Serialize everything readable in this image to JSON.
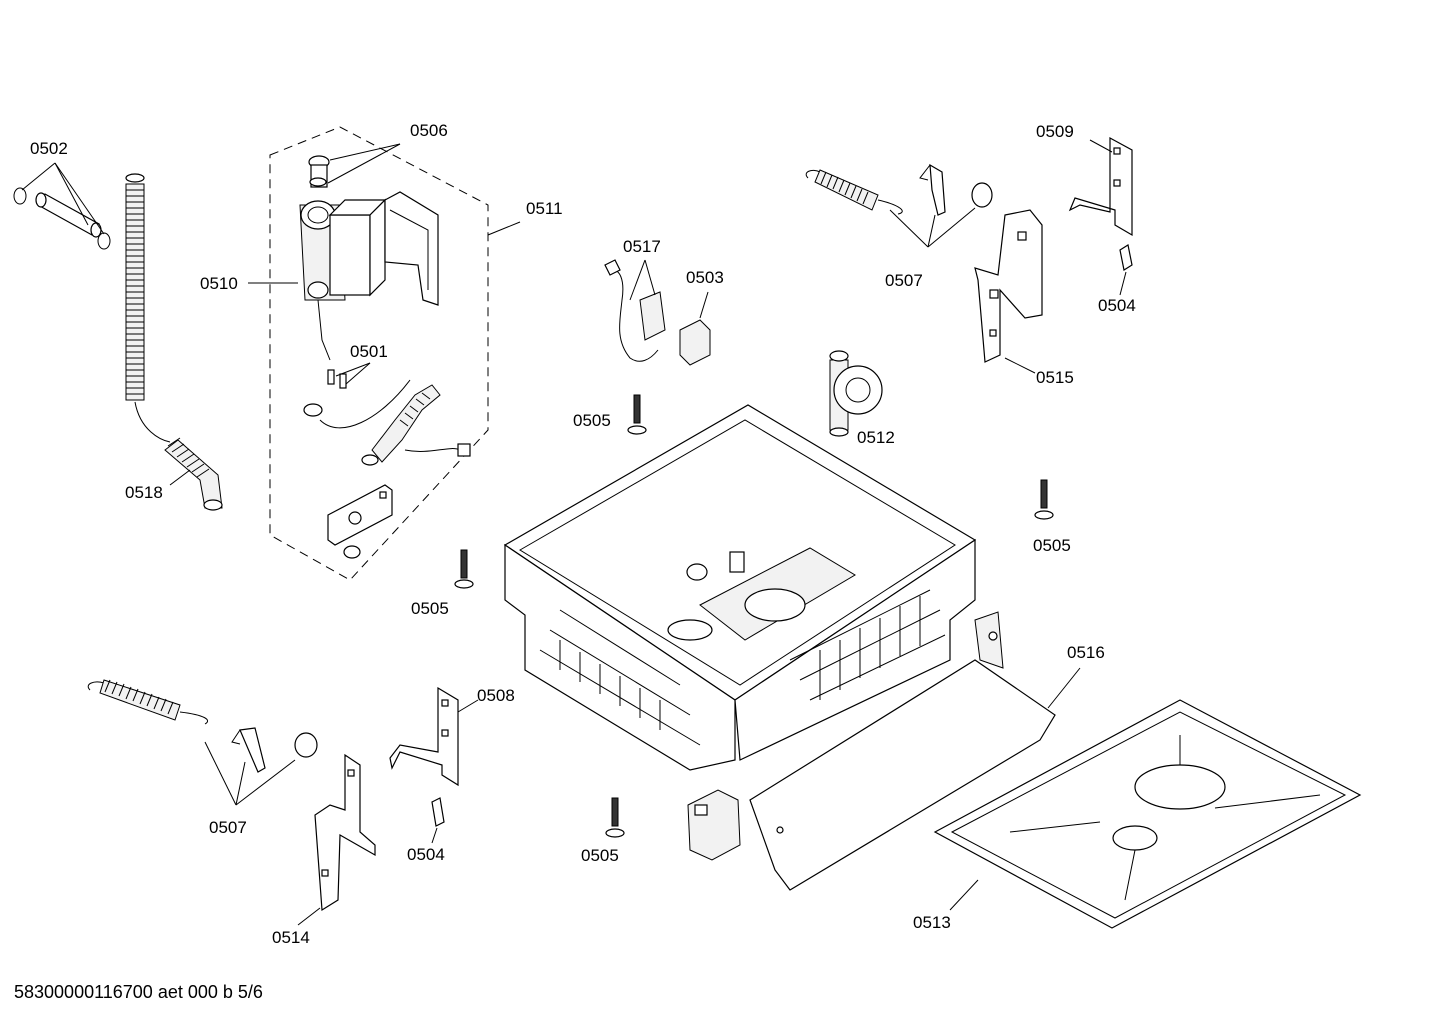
{
  "labels": {
    "l0502": "0502",
    "l0506": "0506",
    "l0511": "0511",
    "l0510": "0510",
    "l0501": "0501",
    "l0518": "0518",
    "l0517": "0517",
    "l0503": "0503",
    "l0505a": "0505",
    "l0505b": "0505",
    "l0505c": "0505",
    "l0505d": "0505",
    "l0512": "0512",
    "l0507a": "0507",
    "l0507b": "0507",
    "l0509": "0509",
    "l0504a": "0504",
    "l0504b": "0504",
    "l0515": "0515",
    "l0516": "0516",
    "l0508": "0508",
    "l0514": "0514",
    "l0513": "0513"
  },
  "footer": {
    "doc_id": "58300000116700 aet 000 b 5/6"
  }
}
